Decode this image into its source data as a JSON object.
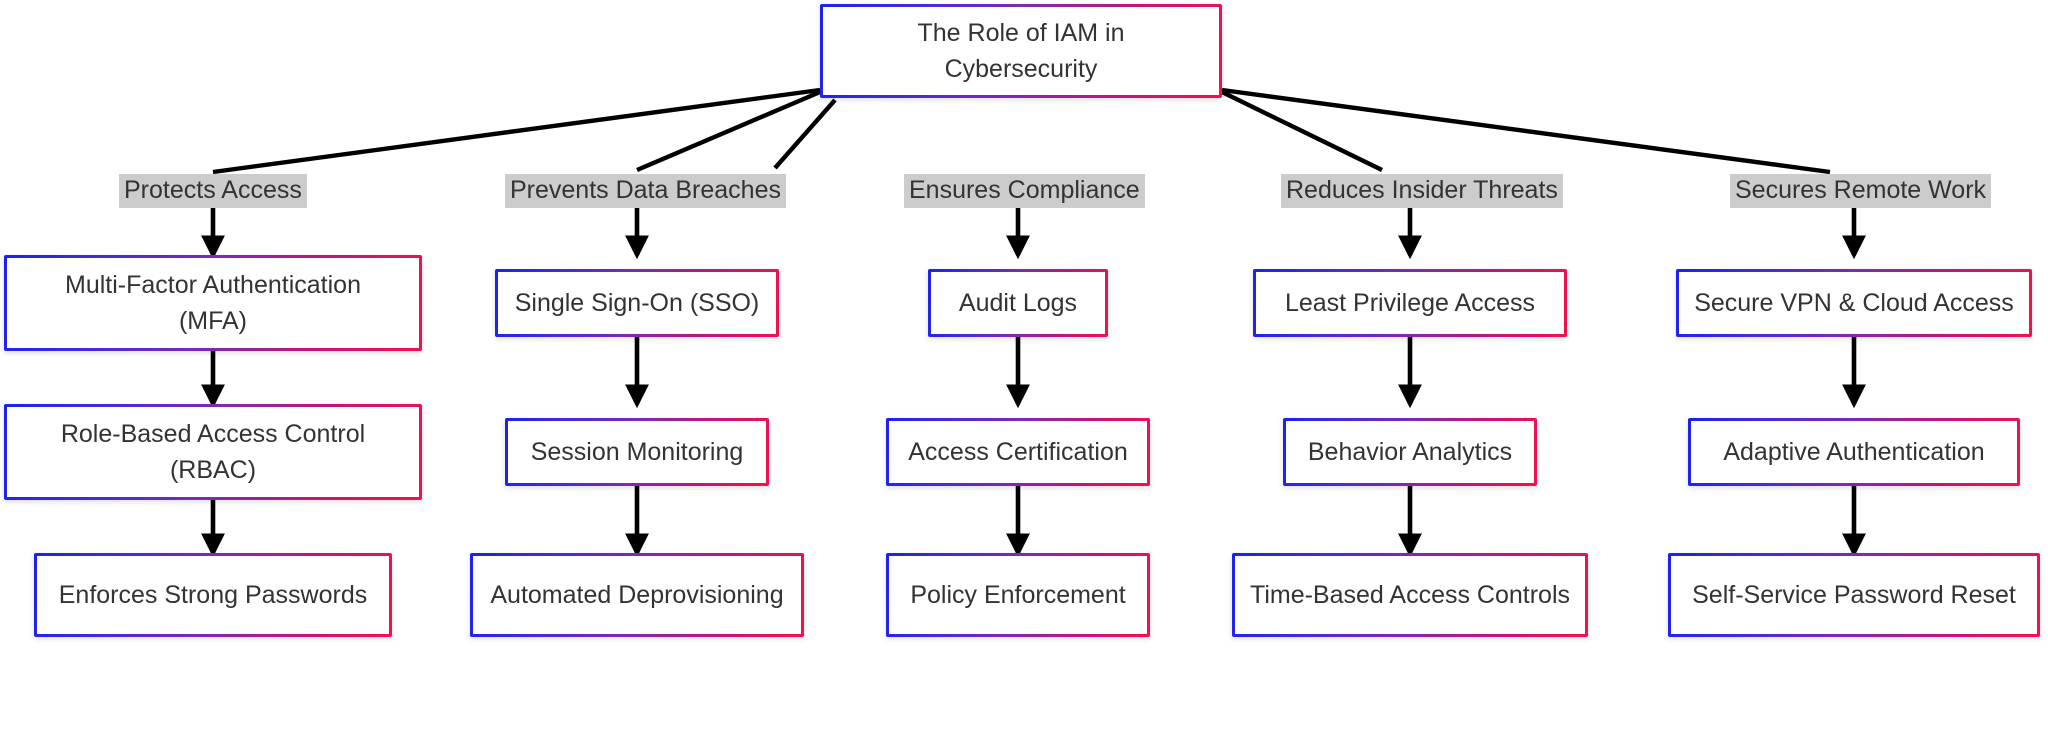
{
  "diagram": {
    "type": "tree-flowchart",
    "title": "The Role of IAM in Cybersecurity",
    "colors": {
      "border_gradient_start": "#1b21f0",
      "border_gradient_mid": "#7b2ab4",
      "border_gradient_end": "#f4114a",
      "label_background": "#cccccc",
      "connector": "#000000",
      "text": "#333333",
      "node_fill": "#ffffff",
      "canvas": "#ffffff"
    },
    "root": {
      "label": "The Role of IAM in\nCybersecurity",
      "line1": "The Role of IAM in",
      "line2": "Cybersecurity"
    },
    "branch_labels": [
      "Protects Access",
      "Prevents Data Breaches",
      "Ensures Compliance",
      "Reduces Insider Threats",
      "Secures Remote Work"
    ],
    "columns": [
      {
        "branch_label": "Protects Access",
        "nodes": [
          "Multi-Factor Authentication\n(MFA)",
          "Role-Based Access Control\n(RBAC)",
          "Enforces Strong Passwords"
        ]
      },
      {
        "branch_label": "Prevents Data Breaches",
        "nodes": [
          "Single Sign-On (SSO)",
          "Session Monitoring",
          "Automated Deprovisioning"
        ]
      },
      {
        "branch_label": "Ensures Compliance",
        "nodes": [
          "Audit Logs",
          "Access Certification",
          "Policy Enforcement"
        ]
      },
      {
        "branch_label": "Reduces Insider Threats",
        "nodes": [
          "Least Privilege Access",
          "Behavior Analytics",
          "Time-Based Access Controls"
        ]
      },
      {
        "branch_label": "Secures Remote Work",
        "nodes": [
          "Secure VPN & Cloud Access",
          "Adaptive Authentication",
          "Self-Service Password Reset"
        ]
      }
    ]
  }
}
